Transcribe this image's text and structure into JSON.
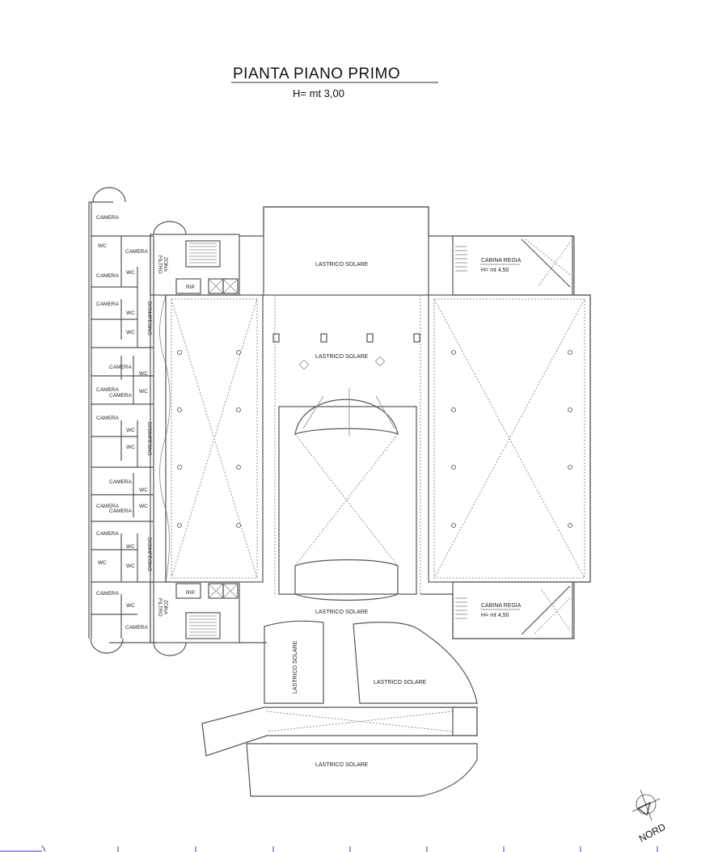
{
  "header": {
    "title": "PIANTA  PIANO  PRIMO",
    "subtitle": "H= mt 3,00"
  },
  "rooms": {
    "camera": "CAMERA",
    "wc": "WC",
    "zona_filtro_1": "ZONA",
    "zona_filtro_2": "FILTRO",
    "rip": "RIP.",
    "disimpegno": "DISIMPEGNO",
    "lastrico_solare": "LASTRICO SOLARE",
    "cabina_regia": "CABINA REGIA",
    "cabina_regia_height": "H= mt 4,50"
  },
  "compass": {
    "label": "NORD"
  },
  "colors": {
    "ruler": "#3a3acc",
    "walls": "#555555"
  }
}
